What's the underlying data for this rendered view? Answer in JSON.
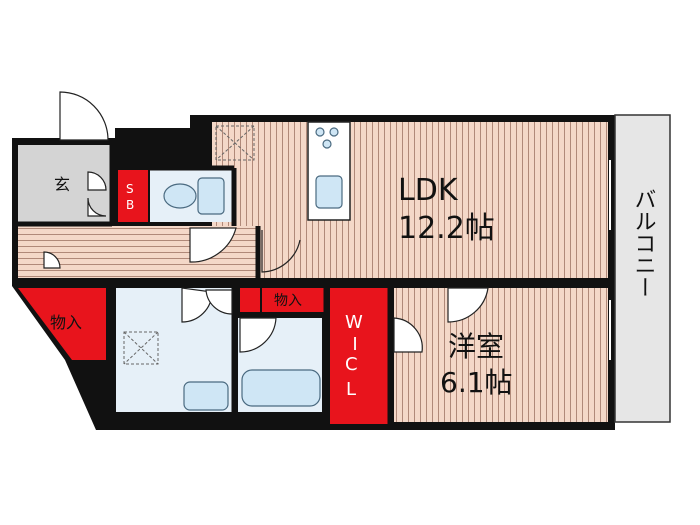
{
  "rooms": {
    "entrance": "玄",
    "shoe_box": "SB",
    "ldk_name": "LDK",
    "ldk_size": "12.2帖",
    "western_name": "洋室",
    "western_size": "6.1帖",
    "storage_left": "物入",
    "storage_mid": "物入",
    "wic_w": "W",
    "wic_i": "I",
    "wic_c": "C",
    "wic_l": "L",
    "balcony": "バルコニー"
  },
  "colors": {
    "wall": "#111111",
    "floor_wood": "#f4d8c8",
    "wood_line": "#a88070",
    "storage_red": "#e8141c",
    "wet_area": "#e6f0f8",
    "entrance_grey": "#d4d4d4",
    "balcony_grey": "#e6e6e6",
    "fixture_blue": "#cfe6f5",
    "fixture_stroke": "#4a6a80"
  }
}
